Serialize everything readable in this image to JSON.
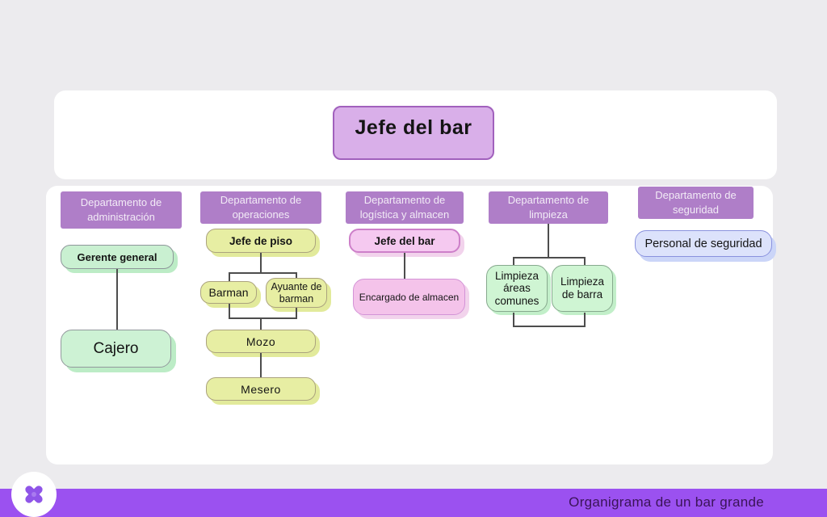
{
  "canvas": {
    "background_color": "#ECEBEE",
    "panel_color": "#FFFFFF"
  },
  "org": {
    "root": {
      "label": "Jefe del bar",
      "fill": "#D9AFE9",
      "border": "#A161BD"
    },
    "header_fill": "#AF7EC8",
    "departments": [
      {
        "header": "Departamento de administración"
      },
      {
        "header": "Departamento de operaciones"
      },
      {
        "header": "Departamento de logística y almacen"
      },
      {
        "header": "Departamento de limpieza"
      },
      {
        "header": "Departamento de seguridad"
      }
    ],
    "nodes": {
      "gerente_general": "Gerente general",
      "cajero": "Cajero",
      "jefe_de_piso": "Jefe de piso",
      "barman": "Barman",
      "ayuante_de_barman": "Ayuante de barman",
      "mozo": "Mozo",
      "mesero": "Mesero",
      "jefe_del_bar": "Jefe del bar",
      "encargado_de_almacen": "Encargado de almacen",
      "limpieza_areas_comunes": "Limpieza áreas comunes",
      "limpieza_de_barra": "Limpieza de barra",
      "personal_de_seguridad": "Personal de seguridad"
    },
    "colors": {
      "green_fill": "#C9F0D1",
      "green_border": "#8E969A",
      "yellow_fill": "#E7EEA3",
      "yellow_border": "#ABA37E",
      "pink_fill": "#F5C9F0",
      "pink_border": "#CD7FC9",
      "mint_fill": "#CFF5D3",
      "mint_border": "#87A98E",
      "blue_fill": "#DCE2FB",
      "blue_border": "#8A92DE",
      "connector": "#4D4D4D"
    }
  },
  "footer": {
    "text": "Organigrama de un bar grande",
    "bar_color": "#9B51F0",
    "text_color": "#3A1457",
    "logo_icon": "x-bowtie-logo"
  }
}
